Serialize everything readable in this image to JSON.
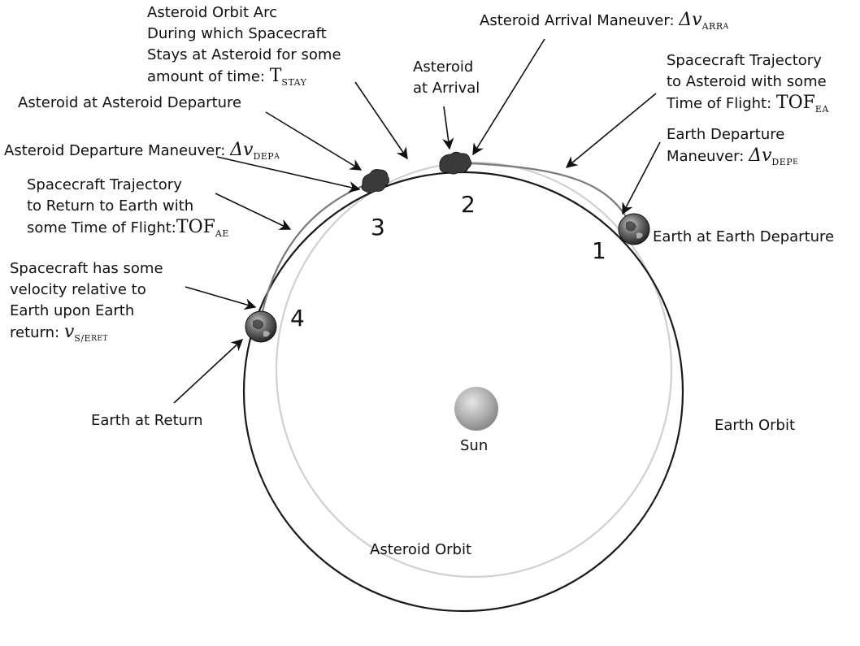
{
  "labels": {
    "asteroid_orbit_arc": [
      "Asteroid Orbit Arc",
      "During which Spacecraft",
      "Stays at Asteroid for some",
      "amount of time:"
    ],
    "t_stay_symbol": "T",
    "t_stay_sub": "STAY",
    "asteroid_arrival_maneuver": "Asteroid Arrival Maneuver:",
    "dv_arr_symbol": "Δv",
    "dv_arr_sub": "ARR",
    "dv_arr_subsub": "A",
    "asteroid_at_arrival": [
      "Asteroid",
      "at Arrival"
    ],
    "trajectory_to_asteroid": [
      "Spacecraft Trajectory",
      "to Asteroid with some",
      "Time of Flight:"
    ],
    "tof_ea_symbol": "TOF",
    "tof_ea_sub": "EA",
    "asteroid_at_departure": "Asteroid at Asteroid Departure",
    "earth_departure_maneuver": [
      "Earth Departure",
      "Maneuver:"
    ],
    "dv_dep_e_symbol": "Δv",
    "dv_dep_e_sub": "DEP",
    "dv_dep_e_subsub": "E",
    "asteroid_departure_maneuver": "Asteroid Departure Maneuver:",
    "dv_dep_a_symbol": "Δv",
    "dv_dep_a_sub": "DEP",
    "dv_dep_a_subsub": "A",
    "trajectory_return": [
      "Spacecraft Trajectory",
      "to Return to Earth with",
      "some Time of Flight:"
    ],
    "tof_ae_symbol": "TOF",
    "tof_ae_sub": "AE",
    "earth_at_departure": "Earth at Earth Departure",
    "relative_velocity": [
      "Spacecraft has some",
      "velocity relative to",
      "Earth upon Earth",
      "return:"
    ],
    "v_ret_symbol": "v",
    "v_ret_sub": "S/E",
    "v_ret_subsub": "RET",
    "earth_at_return": "Earth at Return",
    "earth_orbit": "Earth Orbit",
    "sun": "Sun",
    "asteroid_orbit": "Asteroid Orbit"
  },
  "steps": [
    "1",
    "2",
    "3",
    "4"
  ],
  "colors": {
    "earth_orbit": "#1a1a1a",
    "asteroid_orbit": "#d0d0d0",
    "trajectory": "#7a7a7a",
    "asteroid": "#3a3a3a",
    "sun": "#a8a8a8"
  }
}
